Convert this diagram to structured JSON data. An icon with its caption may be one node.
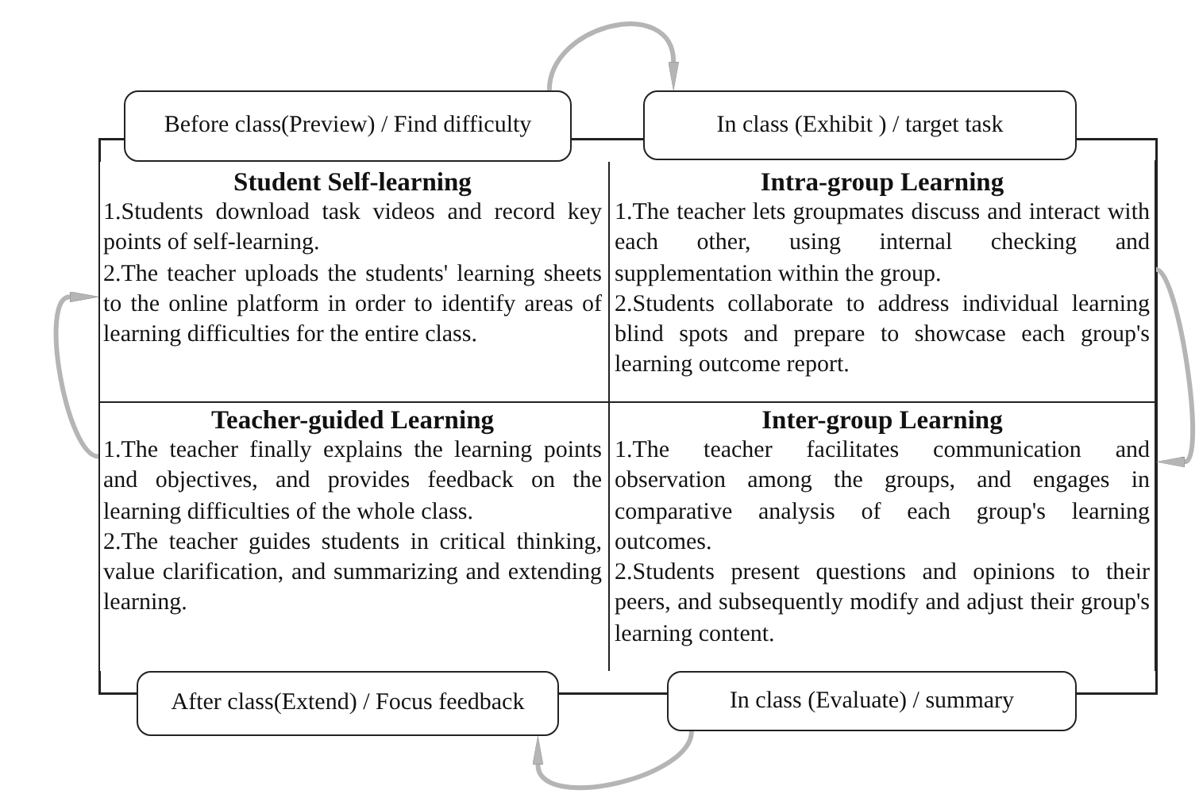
{
  "diagram": {
    "nodes": [
      {
        "text": [
          "Before class(Preview) / Find difficulty"
        ]
      },
      {
        "text": [
          "In class (Exhibit ) / target task"
        ]
      },
      {
        "text": [
          "Student Self-learning",
          "1.Students download task videos and record key points of self-learning.",
          "2.The teacher uploads the students' learning sheets to the online platform in order to identify areas of learning difficulties for the entire class."
        ]
      },
      {
        "text": [
          "Intra-group Learning",
          "1.The teacher lets groupmates discuss and interact with each other, using internal checking and supplementation within the group.",
          "2.Students collaborate to address individual learning blind spots and prepare to showcase each group's learning outcome report."
        ]
      },
      {
        "text": [
          "Teacher-guided Learning",
          "1.The teacher finally explains the learning points and objectives, and provides feedback on the learning difficulties of the whole class.",
          "2.The teacher guides students in critical thinking, value clarification, and summarizing and extending learning."
        ]
      },
      {
        "text": [
          "Inter-group Learning",
          "1.The teacher facilitates communication and observation among the groups, and engages in comparative analysis of each group's learning outcomes.",
          "2.Students present questions and opinions to their peers, and subsequently modify and adjust their group's learning content."
        ]
      },
      {
        "text": [
          "After class(Extend) / Focus feedback"
        ]
      },
      {
        "text": [
          "In class (Evaluate) / summary"
        ]
      }
    ],
    "edges": [
      {
        "from": 0,
        "to": 1,
        "arrow": "to"
      },
      {
        "from": 3,
        "to": 5,
        "arrow": "to"
      },
      {
        "from": 7,
        "to": 6,
        "arrow": "to"
      },
      {
        "from": 4,
        "to": 2,
        "arrow": "to"
      }
    ]
  }
}
